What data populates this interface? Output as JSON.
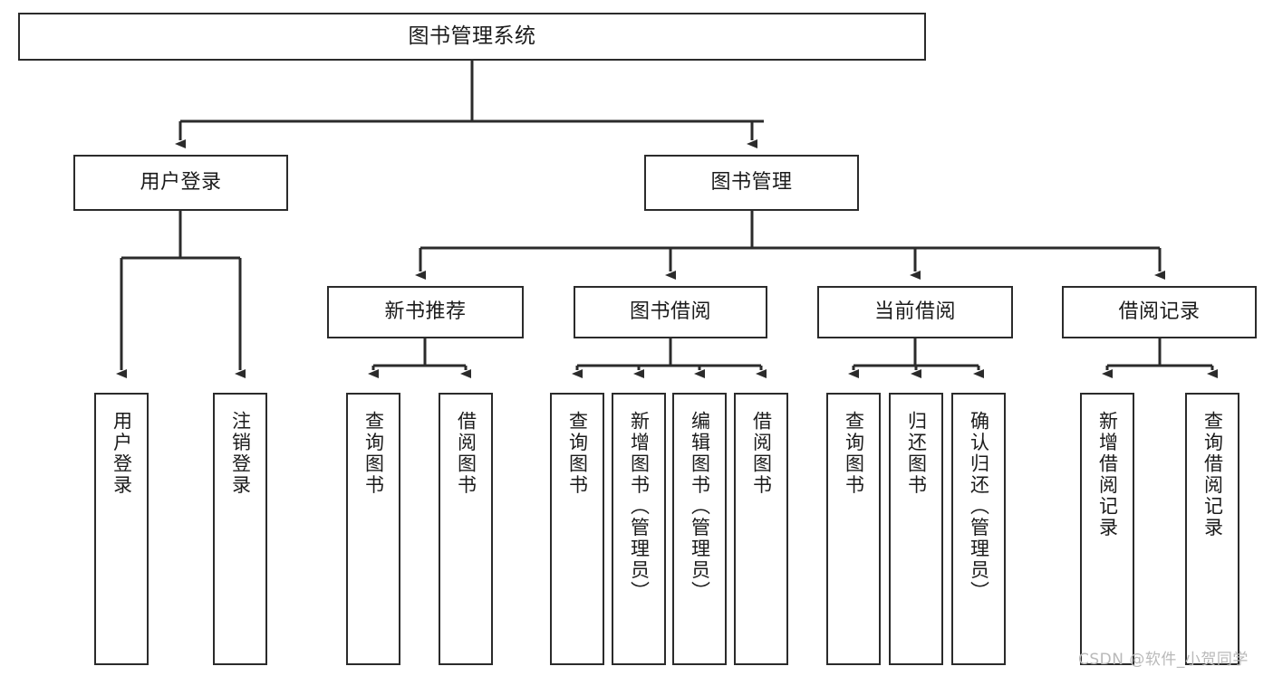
{
  "diagram": {
    "title": "图书管理系统",
    "type": "hierarchy-tree",
    "orientation": "top-down",
    "colors": {
      "box_border": "#2b2b2b",
      "box_fill": "#ffffff",
      "connector": "#2b2b2b",
      "text": "#1b1b1b",
      "watermark": "#b9b9b9"
    },
    "nodes": {
      "root": {
        "label": "图书管理系统"
      },
      "level2": [
        {
          "label": "用户登录"
        },
        {
          "label": "图书管理"
        }
      ],
      "level3": [
        {
          "label": "新书推荐"
        },
        {
          "label": "图书借阅"
        },
        {
          "label": "当前借阅"
        },
        {
          "label": "借阅记录"
        }
      ],
      "leaves": {
        "user_login": [
          {
            "label": "用户登录"
          },
          {
            "label": "注销登录"
          }
        ],
        "new_book_recommend": [
          {
            "label": "查询图书"
          },
          {
            "label": "借阅图书"
          }
        ],
        "book_borrow": [
          {
            "label": "查询图书"
          },
          {
            "label": "新增图书（管理员）"
          },
          {
            "label": "编辑图书（管理员）"
          },
          {
            "label": "借阅图书"
          }
        ],
        "current_borrow": [
          {
            "label": "查询图书"
          },
          {
            "label": "归还图书"
          },
          {
            "label": "确认归还（管理员）"
          }
        ],
        "borrow_record": [
          {
            "label": "新增借阅记录"
          },
          {
            "label": "查询借阅记录"
          }
        ]
      }
    }
  },
  "watermark": {
    "text": "CSDN @软件_小贺同学"
  }
}
